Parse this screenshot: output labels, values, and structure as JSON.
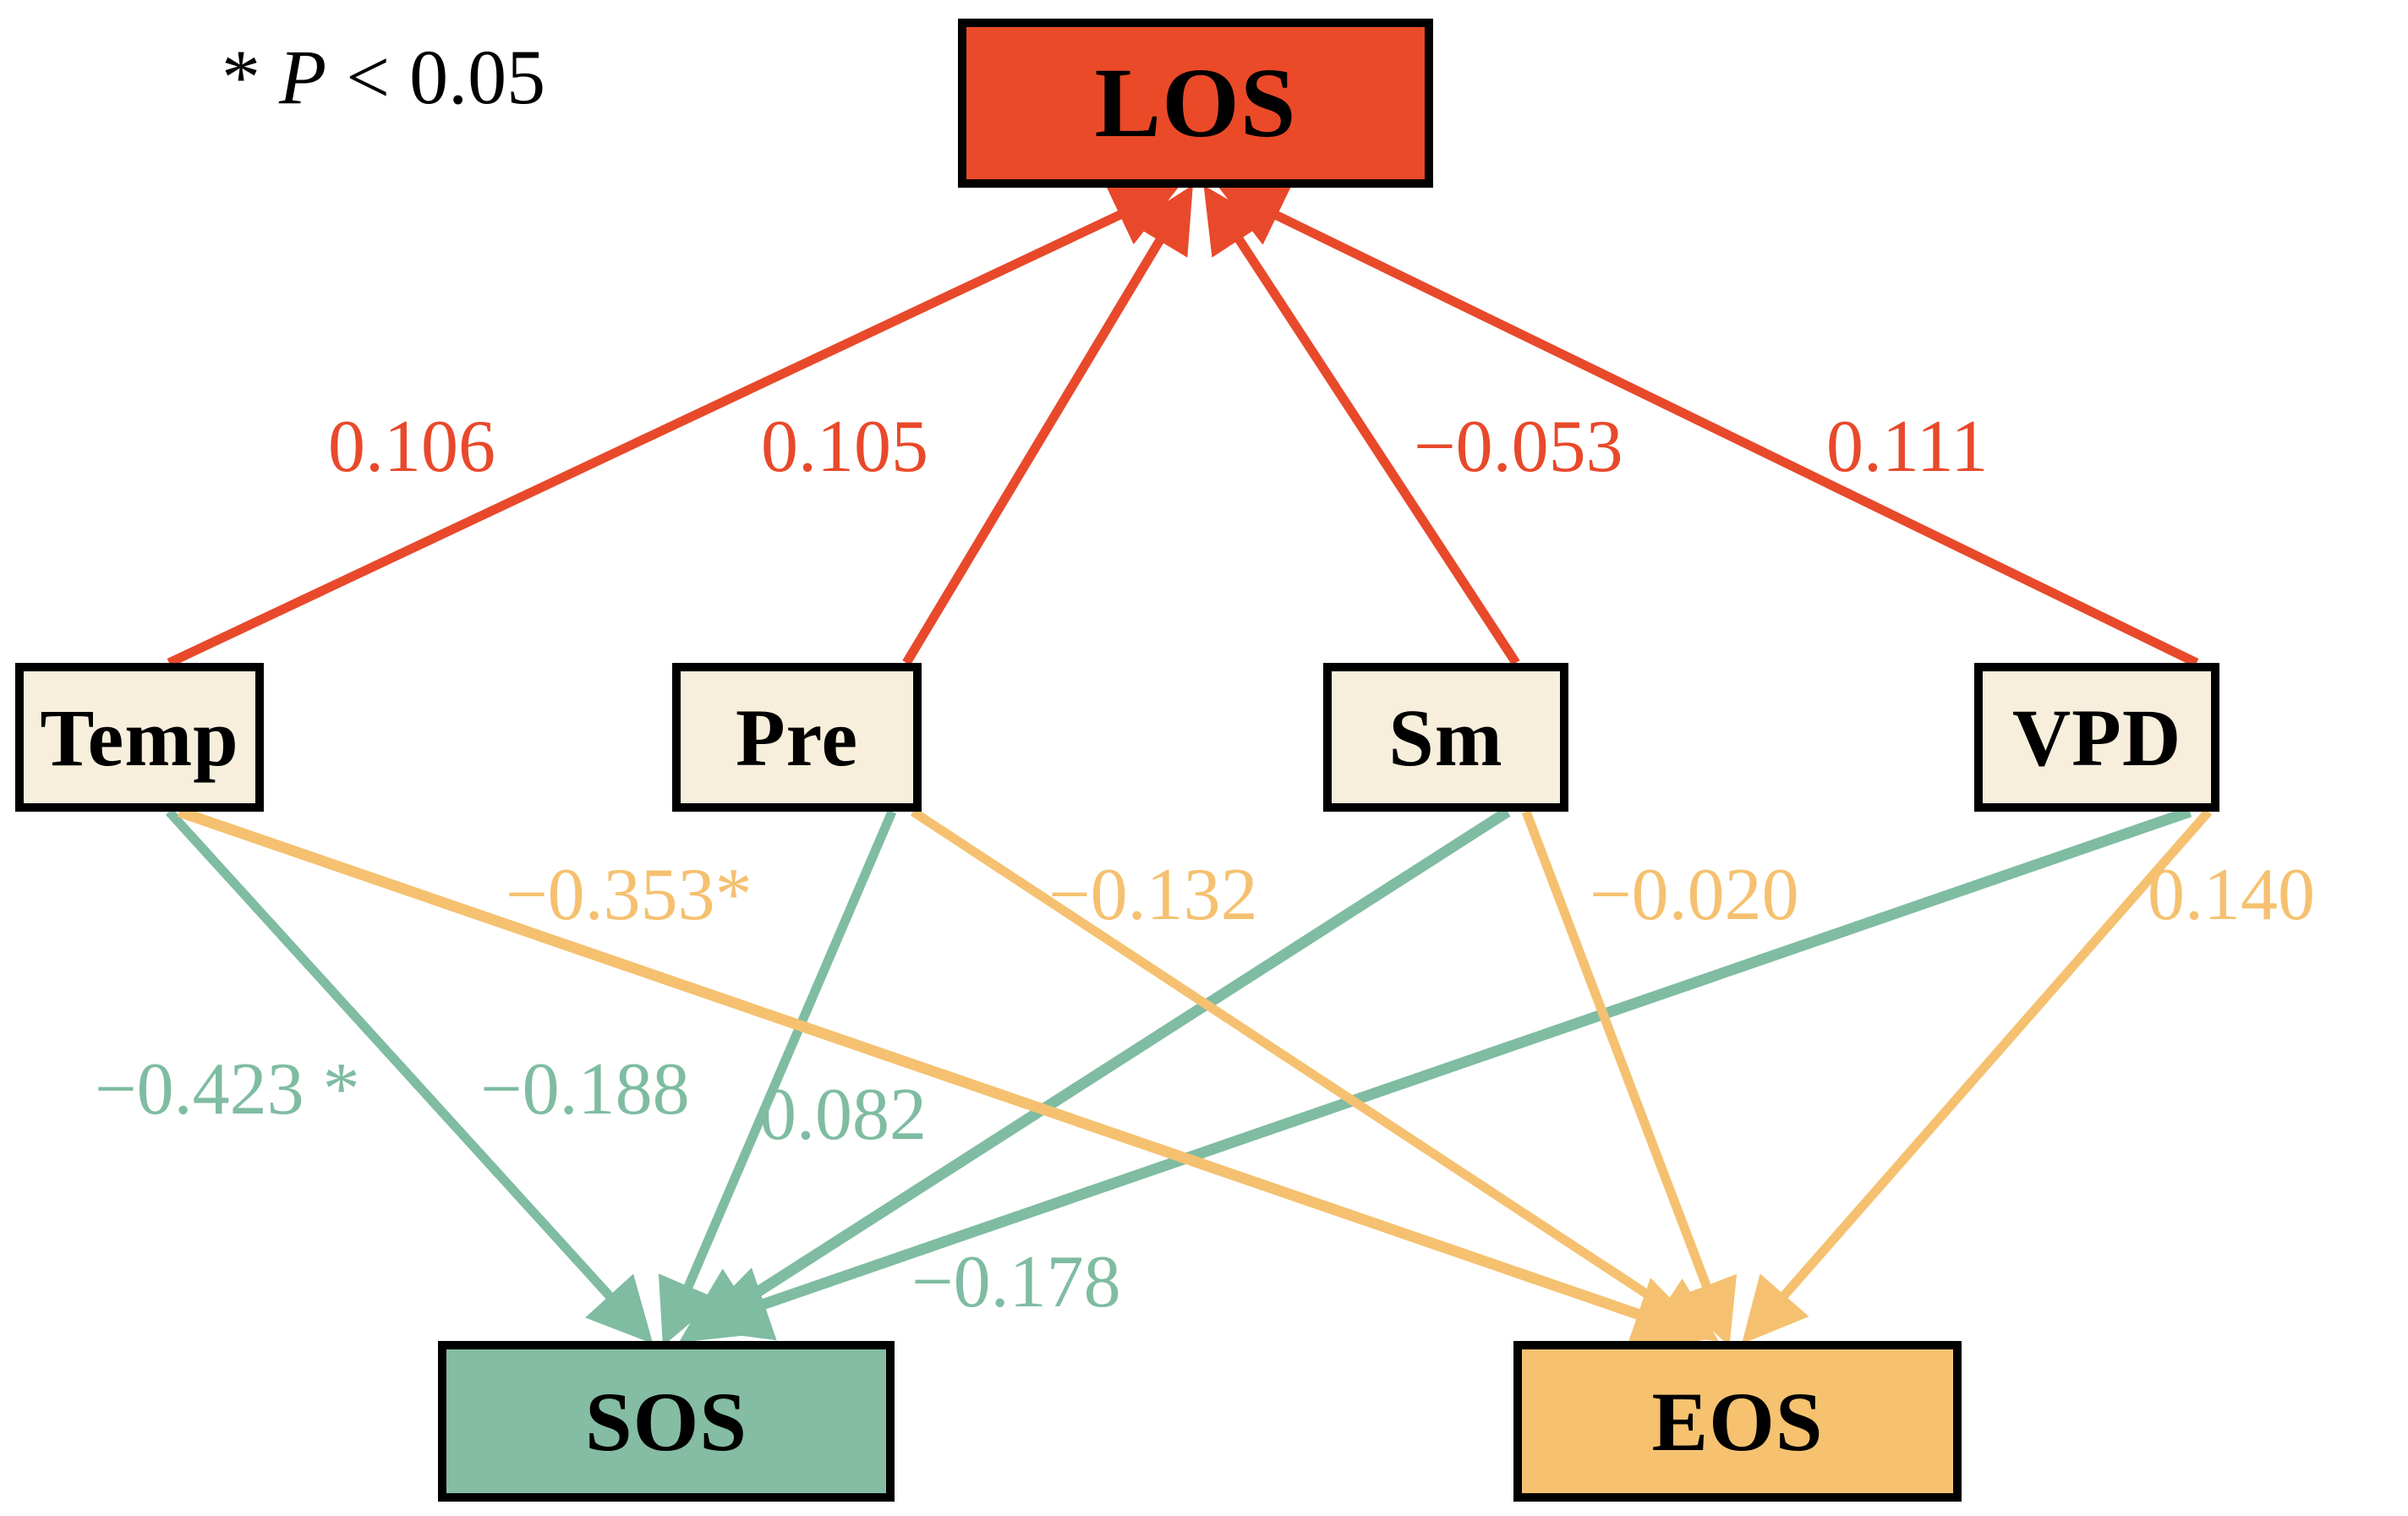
{
  "figure": {
    "type": "path-diagram",
    "legend": {
      "star": "*",
      "p_symbol": "P",
      "condition": " < 0.05",
      "full_text": "* P < 0.05"
    },
    "colors": {
      "los_fill": "#EB4A28",
      "predictor_fill": "#F7EFDC",
      "sos_fill": "#84BDA3",
      "eos_fill": "#F6C270",
      "border": "#000000",
      "red_path": "#E8492B",
      "green_path": "#7FBCA2",
      "amber_path": "#F5C170",
      "background": "#FFFFFF"
    },
    "nodes": {
      "los": {
        "label": "LOS",
        "fill": "#EB4A28"
      },
      "temp": {
        "label": "Temp",
        "fill": "#F7EFDC"
      },
      "pre": {
        "label": "Pre",
        "fill": "#F7EFDC"
      },
      "sm": {
        "label": "Sm",
        "fill": "#F7EFDC"
      },
      "vpd": {
        "label": "VPD",
        "fill": "#F7EFDC"
      },
      "sos": {
        "label": "SOS",
        "fill": "#84BDA3"
      },
      "eos": {
        "label": "EOS",
        "fill": "#F6C270"
      }
    },
    "edge_labels": {
      "temp_los": "0.106",
      "pre_los": "0.105",
      "sm_los": "−0.053",
      "vpd_los": "0.111",
      "to_eos_1": "−0.353*",
      "to_eos_2": "−0.132",
      "to_eos_3": "−0.020",
      "to_eos_4": "0.140",
      "to_sos_1": "−0.423 *",
      "to_sos_2": "−0.188",
      "to_sos_3": "0.082",
      "to_sos_4": "−0.178"
    }
  },
  "chart_data": {
    "type": "diagram",
    "title": "",
    "diagram_kind": "structural equation / path analysis",
    "significance_note": "* P < 0.05",
    "nodes": [
      {
        "id": "LOS",
        "label": "LOS",
        "row": "top",
        "fill": "#EB4A28"
      },
      {
        "id": "Temp",
        "label": "Temp",
        "row": "middle",
        "fill": "#F7EFDC"
      },
      {
        "id": "Pre",
        "label": "Pre",
        "row": "middle",
        "fill": "#F7EFDC"
      },
      {
        "id": "Sm",
        "label": "Sm",
        "row": "middle",
        "fill": "#F7EFDC"
      },
      {
        "id": "VPD",
        "label": "VPD",
        "row": "middle",
        "fill": "#F7EFDC"
      },
      {
        "id": "SOS",
        "label": "SOS",
        "row": "bottom",
        "fill": "#84BDA3"
      },
      {
        "id": "EOS",
        "label": "EOS",
        "row": "bottom",
        "fill": "#F6C270"
      }
    ],
    "edges": [
      {
        "from": "Temp",
        "to": "LOS",
        "value": 0.106,
        "label": "0.106",
        "significant": false,
        "color": "#E8492B"
      },
      {
        "from": "Pre",
        "to": "LOS",
        "value": 0.105,
        "label": "0.105",
        "significant": false,
        "color": "#E8492B"
      },
      {
        "from": "Sm",
        "to": "LOS",
        "value": -0.053,
        "label": "−0.053",
        "significant": false,
        "color": "#E8492B"
      },
      {
        "from": "VPD",
        "to": "LOS",
        "value": 0.111,
        "label": "0.111",
        "significant": false,
        "color": "#E8492B"
      },
      {
        "from": "Temp",
        "to": "SOS",
        "value": -0.423,
        "label": "−0.423 *",
        "significant": true,
        "color": "#7FBCA2"
      },
      {
        "from": "Pre",
        "to": "SOS",
        "value": -0.188,
        "label": "−0.188",
        "significant": false,
        "color": "#7FBCA2"
      },
      {
        "from": "Sm",
        "to": "SOS",
        "value": 0.082,
        "label": "0.082",
        "significant": false,
        "color": "#7FBCA2"
      },
      {
        "from": "VPD",
        "to": "SOS",
        "value": -0.178,
        "label": "−0.178",
        "significant": false,
        "color": "#7FBCA2"
      },
      {
        "from": "Temp",
        "to": "EOS",
        "value": -0.353,
        "label": "−0.353*",
        "significant": true,
        "color": "#F5C170"
      },
      {
        "from": "Pre",
        "to": "EOS",
        "value": -0.132,
        "label": "−0.132",
        "significant": false,
        "color": "#F5C170"
      },
      {
        "from": "Sm",
        "to": "EOS",
        "value": -0.02,
        "label": "−0.020",
        "significant": false,
        "color": "#F5C170"
      },
      {
        "from": "VPD",
        "to": "EOS",
        "value": 0.14,
        "label": "0.140",
        "significant": false,
        "color": "#F5C170"
      }
    ]
  }
}
